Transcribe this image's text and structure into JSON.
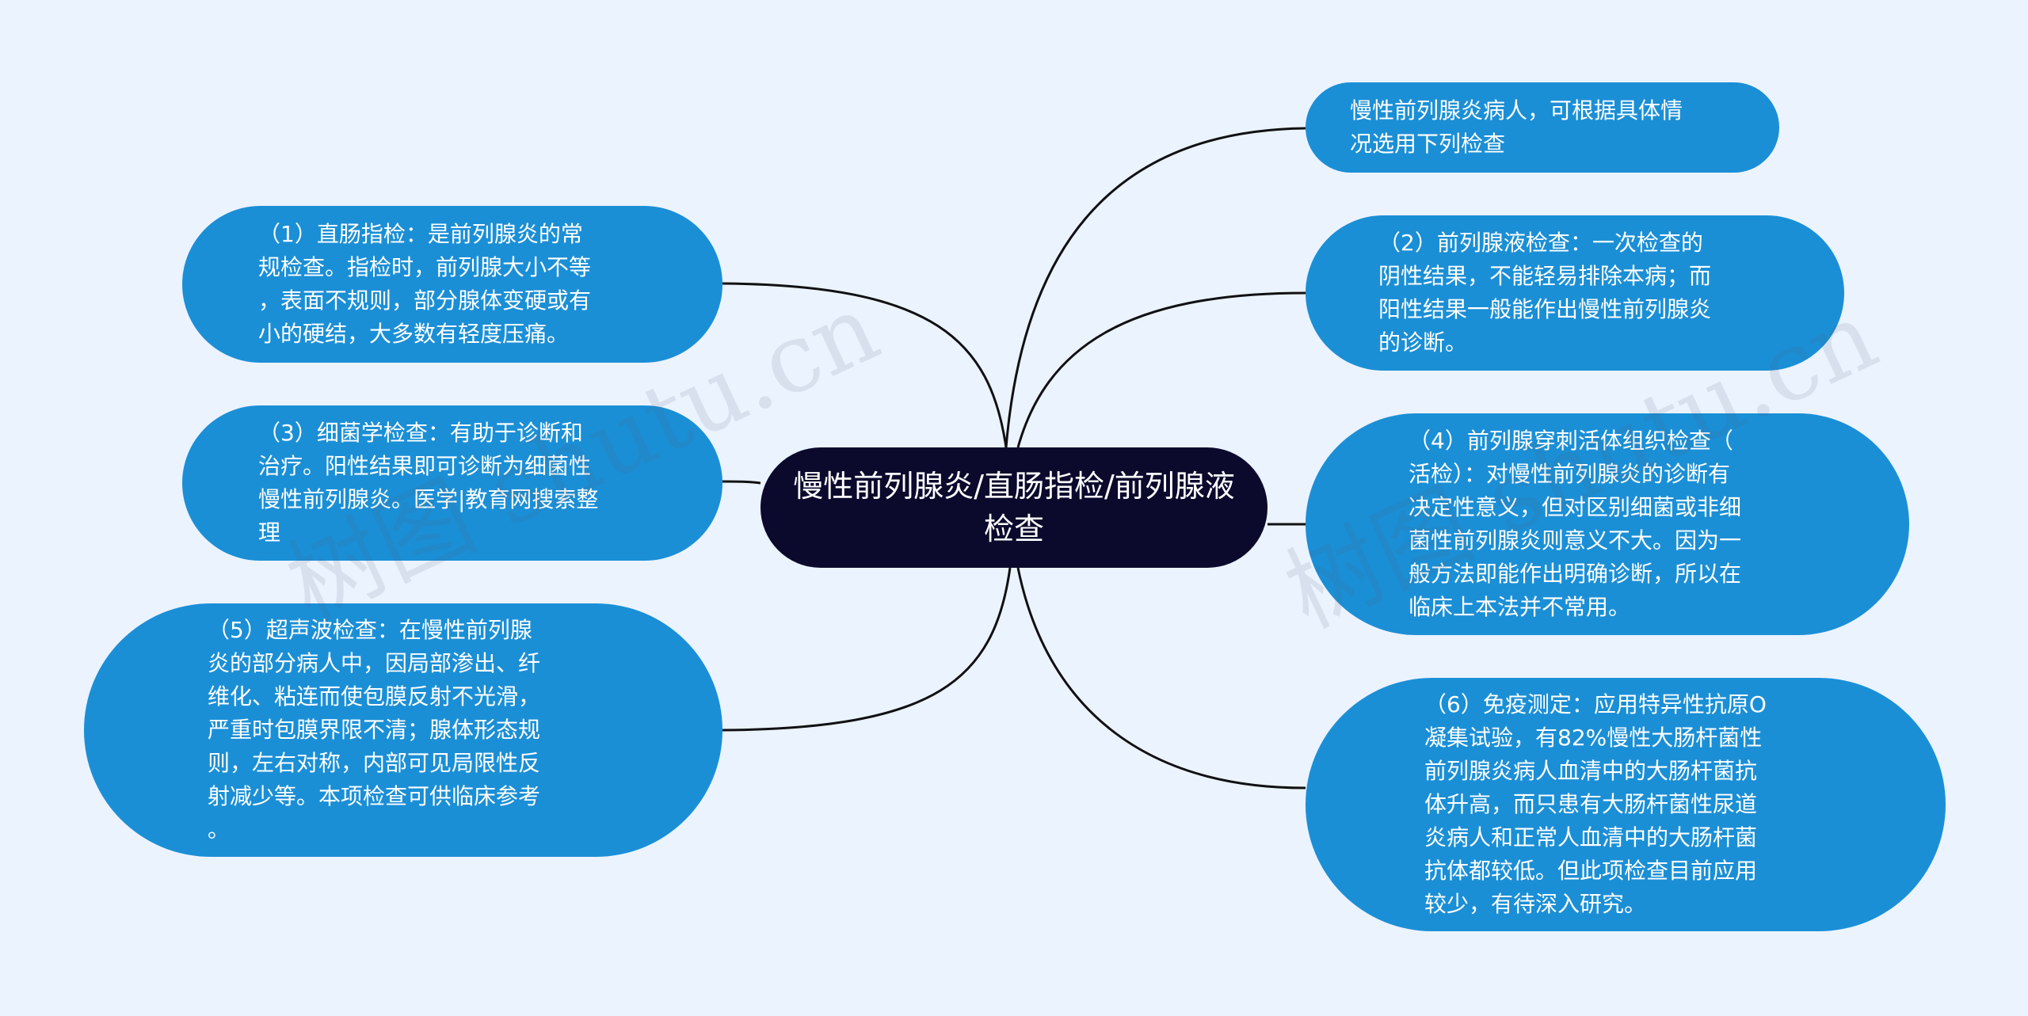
{
  "diagram": {
    "center": "慢性前列腺炎/直肠指检/前列腺液检查",
    "nodes": [
      {
        "id": "n-intro",
        "lines": [
          "慢性前列腺炎病人，可根据具体情",
          "况选用下列检查"
        ]
      },
      {
        "id": "n1",
        "lines": [
          "（1）直肠指检：是前列腺炎的常",
          "规检查。指检时，前列腺大小不等",
          "，表面不规则，部分腺体变硬或有",
          "小的硬结，大多数有轻度压痛。"
        ]
      },
      {
        "id": "n2",
        "lines": [
          "（2）前列腺液检查：一次检查的",
          "阴性结果，不能轻易排除本病；而",
          "阳性结果一般能作出慢性前列腺炎",
          "的诊断。"
        ]
      },
      {
        "id": "n3",
        "lines": [
          "（3）细菌学检查：有助于诊断和",
          "治疗。阳性结果即可诊断为细菌性",
          "慢性前列腺炎。医学|教育网搜索整",
          "理"
        ]
      },
      {
        "id": "n4",
        "lines": [
          "（4）前列腺穿刺活体组织检查（",
          "活检）：对慢性前列腺炎的诊断有",
          "决定性意义，但对区别细菌或非细",
          "菌性前列腺炎则意义不大。因为一",
          "般方法即能作出明确诊断，所以在",
          "临床上本法并不常用。"
        ]
      },
      {
        "id": "n5",
        "lines": [
          "（5）超声波检查：在慢性前列腺",
          "炎的部分病人中，因局部渗出、纤",
          "维化、粘连而使包膜反射不光滑，",
          "严重时包膜界限不清；腺体形态规",
          "则，左右对称，内部可见局限性反",
          "射减少等。本项检查可供临床参考",
          "。"
        ]
      },
      {
        "id": "n6",
        "lines": [
          "（6）免疫测定：应用特异性抗原O",
          "凝集试验，有82%慢性大肠杆菌性",
          "前列腺炎病人血清中的大肠杆菌抗",
          "体升高，而只患有大肠杆菌性尿道",
          "炎病人和正常人血清中的大肠杆菌",
          "抗体都较低。但此项检查目前应用",
          "较少，有待深入研究。"
        ]
      }
    ]
  },
  "watermark": [
    "树图 shutu.cn",
    "树图 shutu.cn"
  ],
  "colors": {
    "background": "#ebf3ff",
    "node": "#1b8fd6",
    "center": "#0b0a2d",
    "link": "#111111"
  }
}
